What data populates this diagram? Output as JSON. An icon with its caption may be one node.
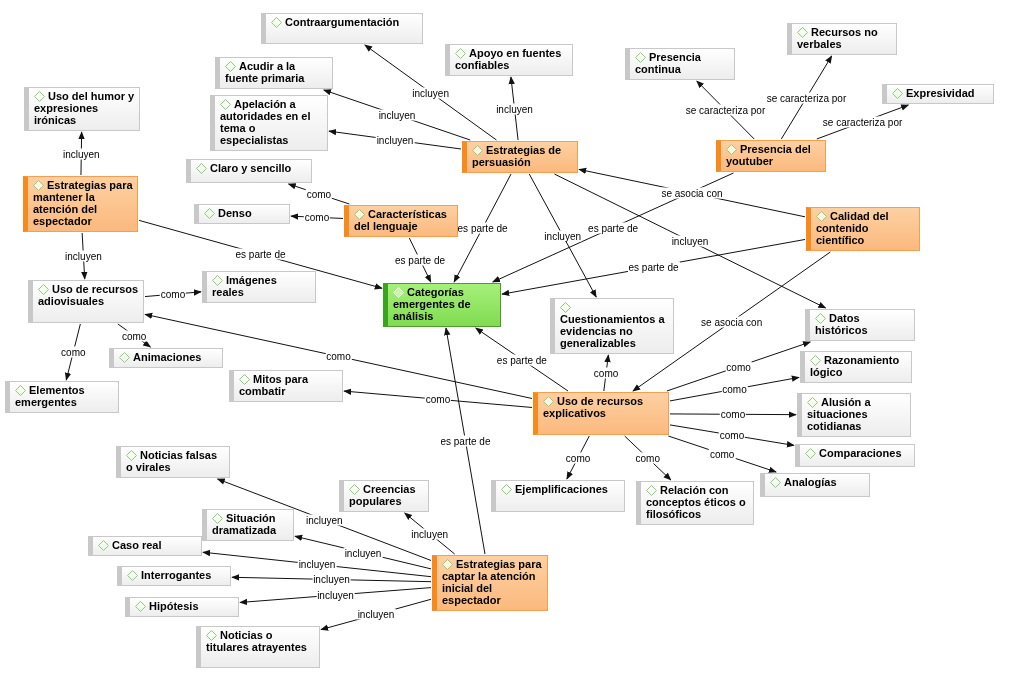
{
  "diagram": {
    "nodes": [
      {
        "text": [
          "Categorías emergentes de análisis"
        ]
      },
      {
        "text": [
          "Estrategias de persuasión"
        ]
      },
      {
        "text": [
          "Contraargumentación"
        ]
      },
      {
        "text": [
          "Apoyo en fuentes confiables"
        ]
      },
      {
        "text": [
          "Acudir a la fuente primaria"
        ]
      },
      {
        "text": [
          "Apelación a autoridades en el tema o especialistas"
        ]
      },
      {
        "text": [
          "Presencia del youtuber"
        ]
      },
      {
        "text": [
          "Presencia continua"
        ]
      },
      {
        "text": [
          "Recursos no verbales"
        ]
      },
      {
        "text": [
          "Expresividad"
        ]
      },
      {
        "text": [
          "Estrategias para mantener la atención del espectador"
        ]
      },
      {
        "text": [
          "Uso del humor y expresiones irónicas"
        ]
      },
      {
        "text": [
          "Claro y sencillo"
        ]
      },
      {
        "text": [
          "Denso"
        ]
      },
      {
        "text": [
          "Características del lenguaje"
        ]
      },
      {
        "text": [
          "Calidad del contenido científico"
        ]
      },
      {
        "text": [
          "Uso de recursos adiovisuales"
        ]
      },
      {
        "text": [
          "Imágenes reales"
        ]
      },
      {
        "text": [
          "Animaciones"
        ]
      },
      {
        "text": [
          "Elementos emergentes"
        ]
      },
      {
        "text": [
          "Cuestionamientos a evidencias no generalizables"
        ]
      },
      {
        "text": [
          "Datos históricos"
        ]
      },
      {
        "text": [
          "Razonamiento lógico"
        ]
      },
      {
        "text": [
          "Mitos para combatir"
        ]
      },
      {
        "text": [
          "Uso de recursos explicativos"
        ]
      },
      {
        "text": [
          "Alusión a situaciones cotidianas"
        ]
      },
      {
        "text": [
          "Comparaciones"
        ]
      },
      {
        "text": [
          "Ejemplificaciones"
        ]
      },
      {
        "text": [
          "Relación con conceptos éticos o filosóficos"
        ]
      },
      {
        "text": [
          "Analogías"
        ]
      },
      {
        "text": [
          "Noticias falsas o virales"
        ]
      },
      {
        "text": [
          "Creencias populares"
        ]
      },
      {
        "text": [
          "Situación dramatizada"
        ]
      },
      {
        "text": [
          "Caso real"
        ]
      },
      {
        "text": [
          "Interrogantes"
        ]
      },
      {
        "text": [
          "Hipótesis"
        ]
      },
      {
        "text": [
          "Estrategias para captar la atención inicial del espectador"
        ]
      },
      {
        "text": [
          "Noticias o titulares atrayentes"
        ]
      }
    ],
    "edges": [
      {
        "from": 1,
        "to": 2,
        "arrow": "to",
        "label": "incluyen"
      },
      {
        "from": 1,
        "to": 3,
        "arrow": "to",
        "label": "incluyen"
      },
      {
        "from": 1,
        "to": 4,
        "arrow": "to",
        "label": "incluyen"
      },
      {
        "from": 1,
        "to": 5,
        "arrow": "to",
        "label": "incluyen"
      },
      {
        "from": 1,
        "to": 0,
        "arrow": "to",
        "label": "es parte de"
      },
      {
        "from": 1,
        "to": 20,
        "arrow": "to",
        "label": "incluyen"
      },
      {
        "from": 1,
        "to": 21,
        "arrow": "to",
        "label": "incluyen"
      },
      {
        "from": 6,
        "to": 7,
        "arrow": "to",
        "label": "se caracteriza por"
      },
      {
        "from": 6,
        "to": 8,
        "arrow": "to",
        "label": "se caracteriza por"
      },
      {
        "from": 6,
        "to": 9,
        "arrow": "to",
        "label": "se caracteriza por"
      },
      {
        "from": 6,
        "to": 0,
        "arrow": "to",
        "label": "es parte de"
      },
      {
        "from": 15,
        "to": 1,
        "arrow": "to",
        "label": "se asocia con"
      },
      {
        "from": 15,
        "to": 0,
        "arrow": "to",
        "label": "es parte de"
      },
      {
        "from": 15,
        "to": 24,
        "arrow": "to",
        "label": "se asocia con"
      },
      {
        "from": 10,
        "to": 11,
        "arrow": "to",
        "label": "incluyen"
      },
      {
        "from": 10,
        "to": 16,
        "arrow": "to",
        "label": "incluyen"
      },
      {
        "from": 10,
        "to": 0,
        "arrow": "to",
        "label": "es parte de"
      },
      {
        "from": 14,
        "to": 12,
        "arrow": "to",
        "label": "como"
      },
      {
        "from": 14,
        "to": 13,
        "arrow": "to",
        "label": "como"
      },
      {
        "from": 14,
        "to": 0,
        "arrow": "to",
        "label": "es parte de"
      },
      {
        "from": 16,
        "to": 17,
        "arrow": "to",
        "label": "como"
      },
      {
        "from": 16,
        "to": 18,
        "arrow": "to",
        "label": "como"
      },
      {
        "from": 16,
        "to": 19,
        "arrow": "to",
        "label": "como"
      },
      {
        "from": 24,
        "to": 16,
        "arrow": "to",
        "label": "como"
      },
      {
        "from": 24,
        "to": 23,
        "arrow": "to",
        "label": "como"
      },
      {
        "from": 24,
        "to": 0,
        "arrow": "to",
        "label": "es parte de"
      },
      {
        "from": 24,
        "to": 20,
        "arrow": "to",
        "label": "como"
      },
      {
        "from": 24,
        "to": 21,
        "arrow": "to",
        "label": "como"
      },
      {
        "from": 24,
        "to": 22,
        "arrow": "to",
        "label": "como"
      },
      {
        "from": 24,
        "to": 25,
        "arrow": "to",
        "label": "como"
      },
      {
        "from": 24,
        "to": 26,
        "arrow": "to",
        "label": "como"
      },
      {
        "from": 24,
        "to": 29,
        "arrow": "to",
        "label": "como"
      },
      {
        "from": 24,
        "to": 27,
        "arrow": "to",
        "label": "como"
      },
      {
        "from": 24,
        "to": 28,
        "arrow": "to",
        "label": "como"
      },
      {
        "from": 36,
        "to": 0,
        "arrow": "to",
        "label": "es parte de"
      },
      {
        "from": 36,
        "to": 30,
        "arrow": "to",
        "label": "incluyen"
      },
      {
        "from": 36,
        "to": 31,
        "arrow": "to",
        "label": "incluyen"
      },
      {
        "from": 36,
        "to": 32,
        "arrow": "to",
        "label": "incluyen"
      },
      {
        "from": 36,
        "to": 33,
        "arrow": "to",
        "label": "incluyen"
      },
      {
        "from": 36,
        "to": 34,
        "arrow": "to",
        "label": "incluyen"
      },
      {
        "from": 36,
        "to": 35,
        "arrow": "to",
        "label": "incluyen"
      },
      {
        "from": 36,
        "to": 37,
        "arrow": "to",
        "label": "incluyen"
      }
    ]
  }
}
